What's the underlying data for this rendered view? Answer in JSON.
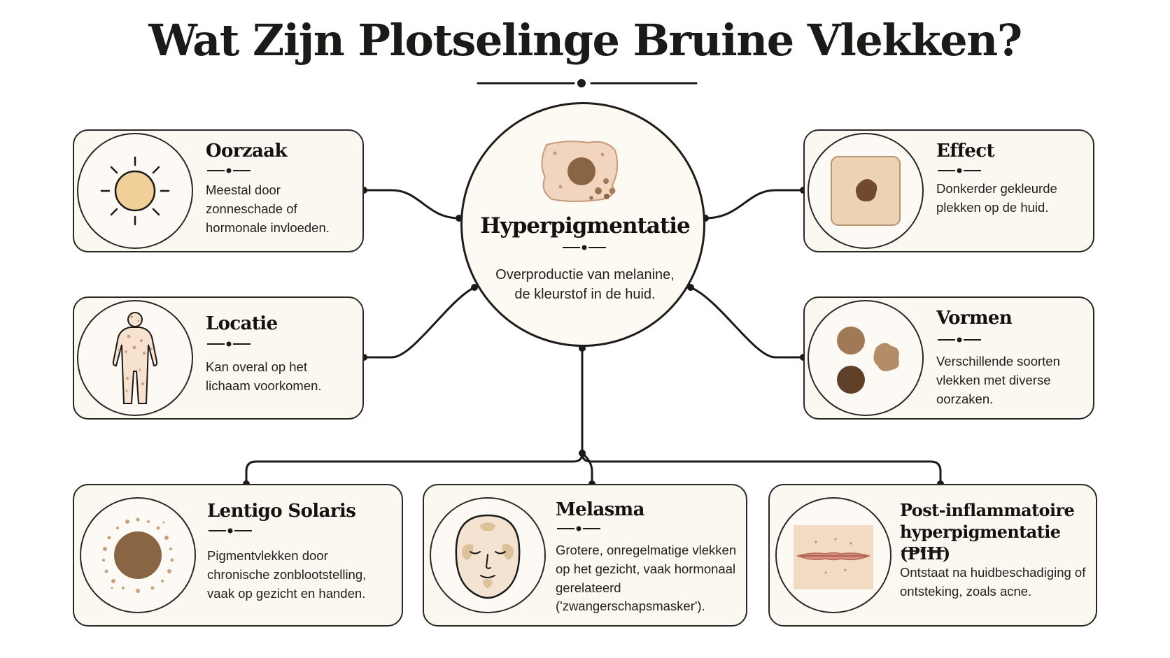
{
  "title": "Wat Zijn Plotselinge Bruine Vlekken?",
  "center": {
    "title": "Hyperpigmentatie",
    "description": "Overproductie van melanine, de kleurstof in de huid."
  },
  "cards": {
    "oorzaak": {
      "title": "Oorzaak",
      "description": "Meestal door zonneschade of hormonale invloeden.",
      "icon": "sun-icon"
    },
    "locatie": {
      "title": "Locatie",
      "description": "Kan overal op het lichaam voorkomen.",
      "icon": "human-body-icon"
    },
    "effect": {
      "title": "Effect",
      "description": "Donkerder gekleurde plekken op de huid.",
      "icon": "skin-patch-icon"
    },
    "vormen": {
      "title": "Vormen",
      "description": "Verschillende soorten vlekken met diverse oorzaken.",
      "icon": "spots-icon"
    },
    "lentigo": {
      "title": "Lentigo Solaris",
      "description": "Pigmentvlekken door chronische zonblootstelling, vaak op gezicht en handen.",
      "icon": "sun-spot-icon"
    },
    "melasma": {
      "title": "Melasma",
      "description": "Grotere, onregelmatige vlekken op het gezicht, vaak hormonaal gerelateerd ('zwangerschapsmasker').",
      "icon": "face-icon"
    },
    "pih": {
      "title_line1": "Post-inflammatoire",
      "title_line2": "hyperpigmentatie (PIH)",
      "description": "Ontstaat na huidbeschadiging of ontsteking, zoals acne.",
      "icon": "skin-lesion-icon"
    }
  },
  "colors": {
    "ink": "#1c1a18",
    "card_background": "#fbf7f1",
    "skin": "#f1dcc3",
    "sun_fill": "#f0cf98",
    "pigment_brown": "#8a6543",
    "dark_brown": "#5e3f28"
  }
}
